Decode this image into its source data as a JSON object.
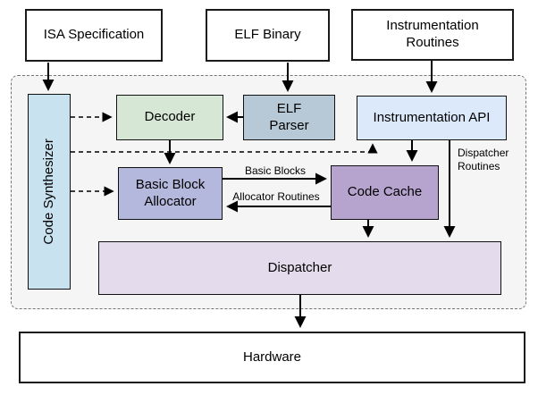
{
  "nodes": {
    "isa_spec": {
      "label": "ISA Specification"
    },
    "elf_binary": {
      "label": "ELF Binary"
    },
    "instr_routines": {
      "label": "Instrumentation Routines"
    },
    "code_synthesizer": {
      "label": "Code Synthesizer",
      "fill": "#c9e2ef"
    },
    "decoder": {
      "label": "Decoder",
      "fill": "#d6e8d5"
    },
    "elf_parser": {
      "label": "ELF Parser",
      "fill": "#b7c9d6"
    },
    "instr_api": {
      "label": "Instrumentation API",
      "fill": "#dbe9fb"
    },
    "bb_allocator": {
      "label": "Basic Block Allocator",
      "fill": "#b5b8dd"
    },
    "code_cache": {
      "label": "Code Cache",
      "fill": "#b6a4cf"
    },
    "dispatcher": {
      "label": "Dispatcher",
      "fill": "#e4dcec"
    },
    "hardware": {
      "label": "Hardware"
    }
  },
  "edge_labels": {
    "basic_blocks": "Basic Blocks",
    "allocator_routines": "Allocator Routines",
    "dispatcher_routines": "Dispatcher Routines"
  },
  "colors": {
    "background": "#ffffff",
    "white_node_fill": "#ffffff",
    "container_fill": "#f5f5f5",
    "container_border": "#757575",
    "node_border": "#111111",
    "arrow": "#000000"
  }
}
